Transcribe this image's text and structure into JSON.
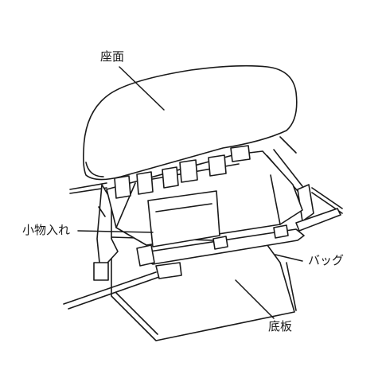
{
  "labels": {
    "seat": "座面",
    "pocket": "小物入れ",
    "bag": "バッグ",
    "bottom": "底板"
  },
  "colors": {
    "line": "#1a1a1a",
    "background": "#ffffff"
  }
}
